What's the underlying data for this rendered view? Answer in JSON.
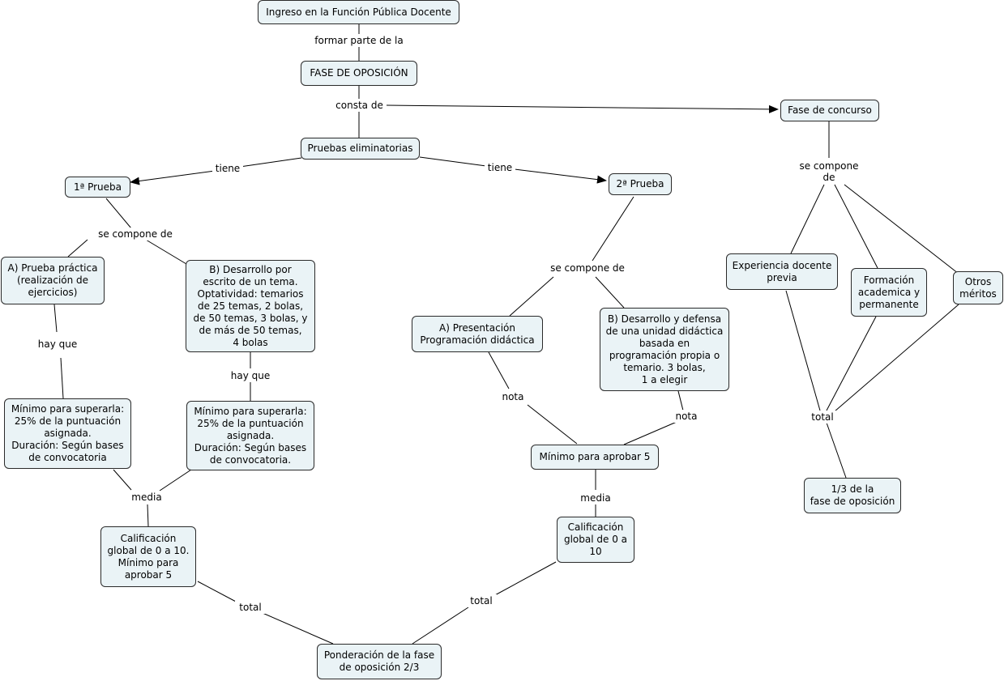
{
  "nodes": {
    "ingreso": "Ingreso en la Función Pública Docente",
    "fase_oposicion": "FASE DE OPOSICIÓN",
    "fase_concurso": "Fase de concurso",
    "pruebas": "Pruebas eliminatorias",
    "prueba1": "1ª Prueba",
    "prueba2": "2ª Prueba",
    "p1_a": "A) Prueba práctica\n(realización de\nejercicios)",
    "p1_b": "B) Desarrollo por\nescrito de un tema.\nOptatividad: temarios\nde 25 temas, 2 bolas,\nde 50 temas, 3 bolas, y\nde más de 50 temas,\n4 bolas",
    "p1_min_a": "Mínimo para superarla:\n25% de la puntuación\nasignada.\nDuración: Según bases\nde convocatoria",
    "p1_min_b": "Mínimo para superarla:\n25% de la puntuación\nasignada.\nDuración: Según bases\nde convocatoria.",
    "p1_calif": "Calificación\nglobal de 0 a 10.\nMínimo para\naprobar 5",
    "p2_a": "A) Presentación\nProgramación didáctica",
    "p2_b": "B) Desarrollo y defensa\nde una unidad didáctica\nbasada en\nprogramación propia o\ntemario. 3 bolas,\n1 a elegir",
    "p2_min": "Mínimo para aprobar 5",
    "p2_calif": "Calificación\nglobal de 0 a\n10",
    "ponderacion": "Ponderación de la fase\nde oposición 2/3",
    "experiencia": "Experiencia docente\nprevia",
    "formacion": "Formación\nacademica y\npermanente",
    "otros": "Otros\nméritos",
    "tercio": "1/3 de la\nfase de oposición"
  },
  "links": {
    "formar_parte": "formar parte de la",
    "consta_de": "consta de",
    "tiene_1": "tiene",
    "tiene_2": "tiene",
    "se_compone_1": "se compone de",
    "se_compone_2": "se compone de",
    "se_compone_3": "se compone\nde",
    "hay_que_1": "hay que",
    "hay_que_2": "hay que",
    "media_1": "media",
    "media_2": "media",
    "nota_1": "nota",
    "nota_2": "nota",
    "total_1": "total",
    "total_2": "total",
    "total_3": "total"
  }
}
